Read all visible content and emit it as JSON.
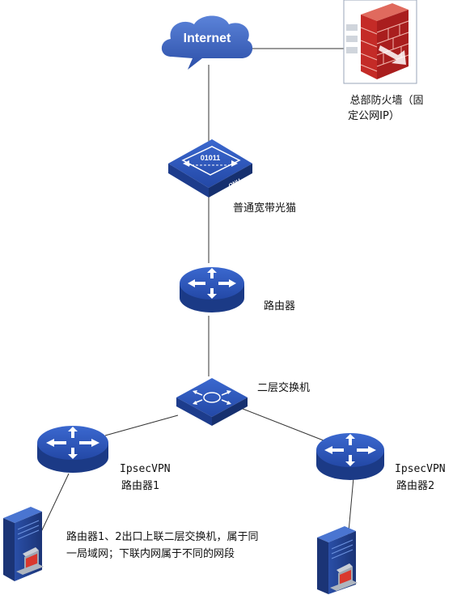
{
  "diagram": {
    "internet": {
      "label": "Internet"
    },
    "firewall": {
      "label_line1": "总部防火墙（固",
      "label_line2": "定公网IP）"
    },
    "onu": {
      "label": "普通宽带光猫",
      "screen_text": "01011",
      "badge": "ONU"
    },
    "router_main": {
      "label": "路由器"
    },
    "switch": {
      "label": "二层交换机"
    },
    "router_left": {
      "label_line1": "IpsecVPN",
      "label_line2": "路由器1"
    },
    "router_right": {
      "label_line1": "IpsecVPN",
      "label_line2": "路由器2"
    },
    "note": {
      "line1": "路由器1、2出口上联二层交换机，属于同",
      "line2": "一局域网；下联内网属于不同的网段"
    }
  },
  "colors": {
    "device_blue": "#2b56b8",
    "device_dark": "#1a3680",
    "firewall_red": "#c0282a",
    "cloud_blue": "#3d63c0",
    "line": "#333333"
  }
}
